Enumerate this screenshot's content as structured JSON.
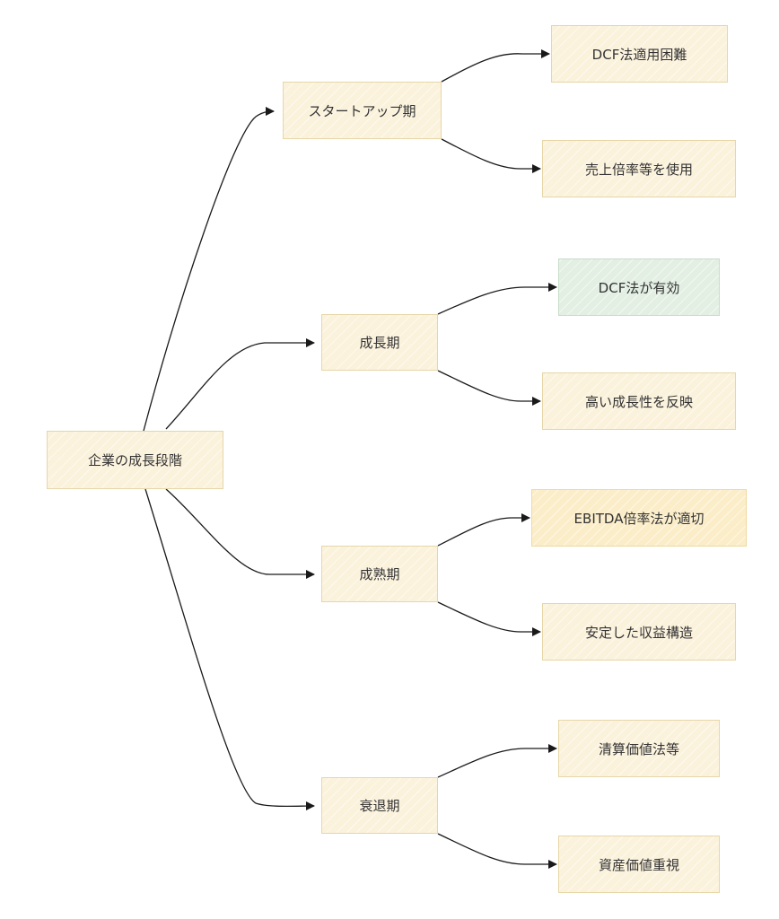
{
  "root": {
    "label": "企業の成長段階"
  },
  "stages": [
    {
      "label": "スタートアップ期",
      "children": [
        {
          "label": "DCF法適用困難"
        },
        {
          "label": "売上倍率等を使用"
        }
      ]
    },
    {
      "label": "成長期",
      "children": [
        {
          "label": "DCF法が有効"
        },
        {
          "label": "高い成長性を反映"
        }
      ]
    },
    {
      "label": "成熟期",
      "children": [
        {
          "label": "EBITDA倍率法が適切"
        },
        {
          "label": "安定した収益構造"
        }
      ]
    },
    {
      "label": "衰退期",
      "children": [
        {
          "label": "清算価値法等"
        },
        {
          "label": "資産価値重視"
        }
      ]
    }
  ],
  "colors": {
    "node_fill": "#fbf2dc",
    "node_fill_highlight_green": "#e3efe3",
    "node_fill_highlight_yellow": "#fbedc8",
    "edge": "#1a1a1a"
  }
}
